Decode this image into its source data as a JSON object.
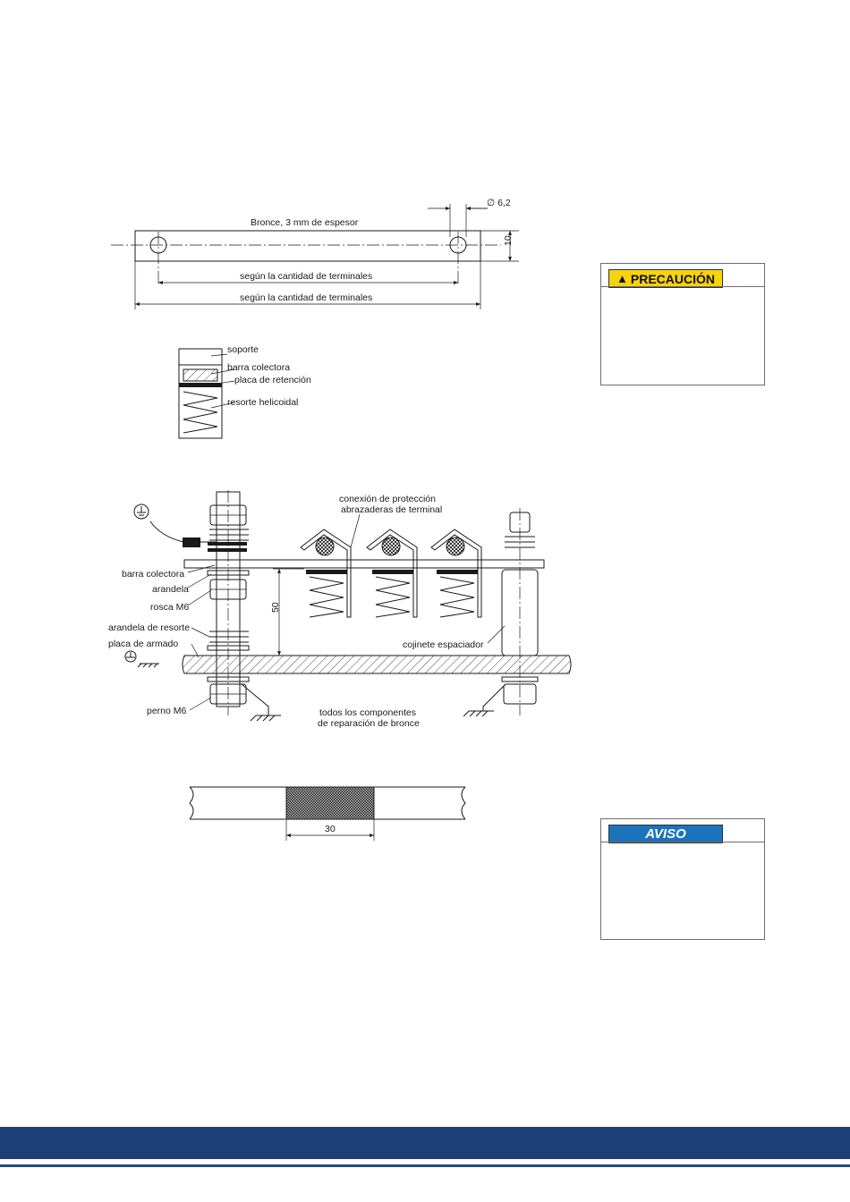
{
  "busbar_drawing": {
    "material": "Bronce, 3 mm de espesor",
    "hole_diameter": "∅ 6,2",
    "height_dim": "10",
    "hole_spacing": "según la cantidad de terminales",
    "overall_length": "según la cantidad de terminales"
  },
  "support_detail": {
    "labels": [
      "soporte",
      "barra colectora",
      "placa de retención",
      "resorte helicoidal"
    ]
  },
  "assembly_drawing": {
    "protection_label_1": "conexión de protección",
    "protection_label_2": "abrazaderas de terminal",
    "busbar": "barra colectora",
    "washer": "arandela",
    "thread": "rosca M6",
    "spring_washer": "arandela de resorte",
    "mounting_plate": "placa de armado",
    "bolt": "perno M6",
    "spacer": "cojinete espaciador",
    "height_dim": "50",
    "note_1": "todos los componentes",
    "note_2": "de reparación de bronce"
  },
  "cable_drawing": {
    "stripped_length": "30"
  },
  "caution_box": {
    "title": "PRECAUCIÓN",
    "icon": "warning-triangle-icon",
    "color": "#f7d20f"
  },
  "notice_box": {
    "title": "AVISO",
    "color": "#1b73bb"
  },
  "footer": {
    "band_color": "#1d3f78"
  }
}
